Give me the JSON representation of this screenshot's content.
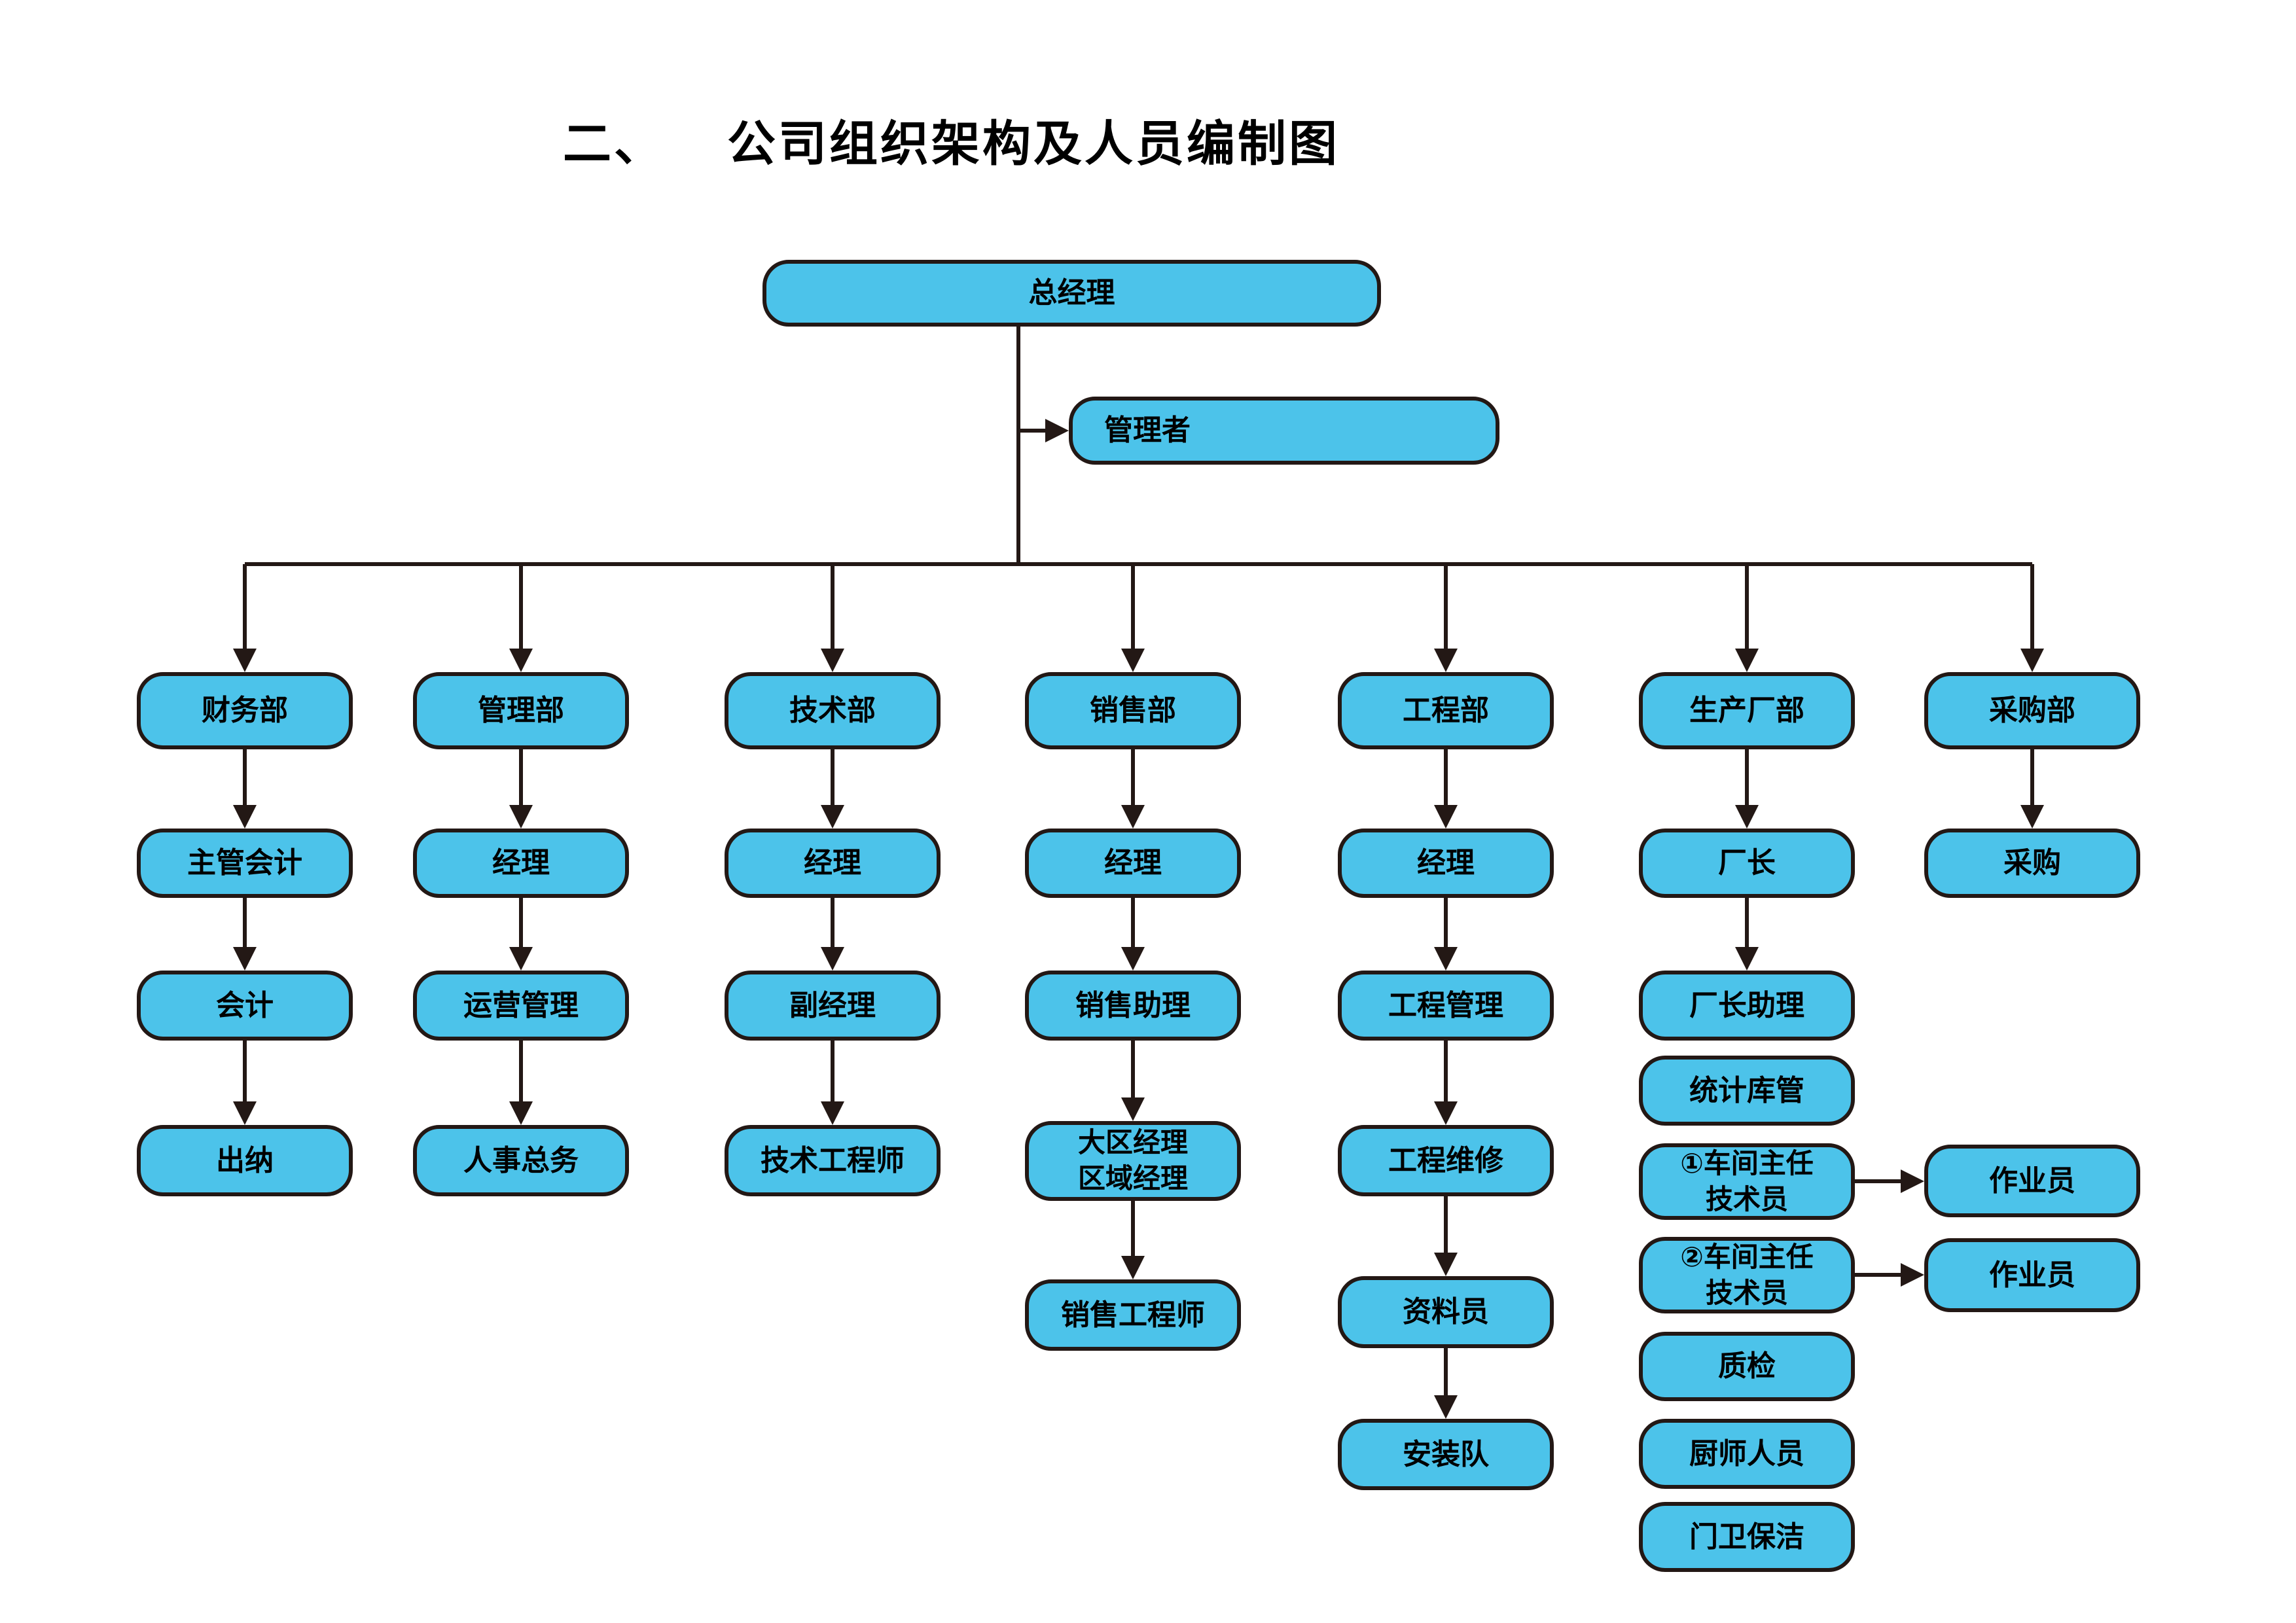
{
  "title": {
    "prefix": "二、",
    "text": "公司组织架构及人员编制图"
  },
  "colors": {
    "node-fill": "#4CC3EA",
    "node-border": "#231815",
    "connector": "#231815",
    "text": "#000000",
    "background": "#FFFFFF"
  },
  "chart": {
    "type": "org-chart",
    "root": "总经理",
    "staff_box": "管理者",
    "columns": [
      {
        "dept": "财务部",
        "chain": [
          "主管会计",
          "会计",
          "出纳"
        ]
      },
      {
        "dept": "管理部",
        "chain": [
          "经理",
          "运营管理",
          "人事总务"
        ]
      },
      {
        "dept": "技术部",
        "chain": [
          "经理",
          "副经理",
          "技术工程师"
        ]
      },
      {
        "dept": "销售部",
        "chain": [
          "经理",
          "销售助理",
          "大区经理\n区域经理",
          "销售工程师"
        ]
      },
      {
        "dept": "工程部",
        "chain": [
          "经理",
          "工程管理",
          "工程维修",
          "资料员",
          "安装队"
        ]
      },
      {
        "dept": "生产厂部",
        "chain": [
          "厂长",
          "厂长助理",
          "统计库管",
          "①车间主任\n技术员",
          "②车间主任\n技术员",
          "质检",
          "厨师人员",
          "门卫保洁"
        ]
      },
      {
        "dept": "采购部",
        "chain": [
          "采购"
        ]
      }
    ],
    "workers": [
      "作业员",
      "作业员"
    ]
  }
}
